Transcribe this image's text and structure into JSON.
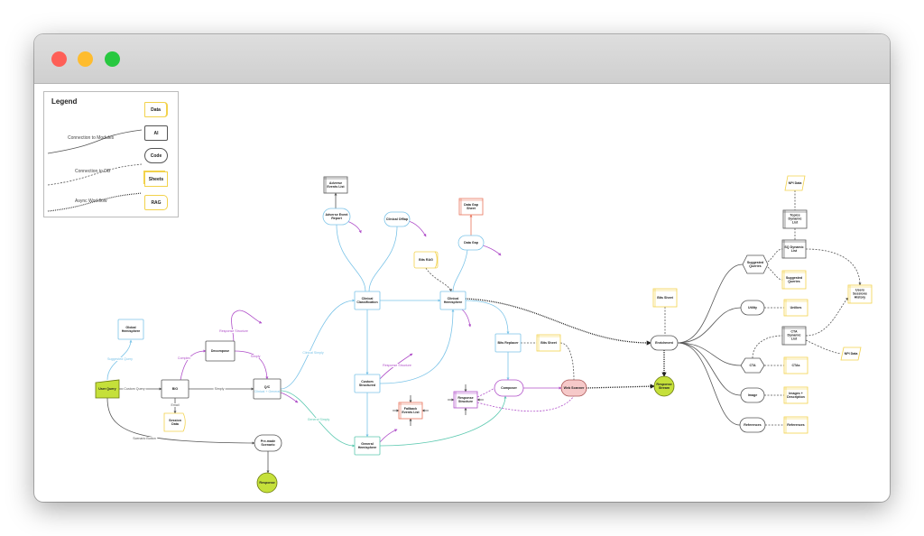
{
  "window": {
    "controls": [
      "close",
      "minimize",
      "zoom"
    ],
    "colors": {
      "close": "#fe5f57",
      "minimize": "#febc2e",
      "zoom": "#28c840"
    }
  },
  "legend": {
    "title": "Legend",
    "lines": [
      "Connection to Modules",
      "Connection to DB",
      "Async Workflow"
    ],
    "items": [
      "Data",
      "AI",
      "Code",
      "Sheets",
      "RAG"
    ]
  },
  "colors": {
    "clinical": "#7cc4e8",
    "general": "#5cc9b0",
    "response": "#b04fc9",
    "data": "#f2d24c",
    "sheet_alert": "#e8735a",
    "terminal": "#c5e03a",
    "neutral": "#555555"
  },
  "nodes": {
    "global_hemisphere": {
      "label": "Global\nHemisphere"
    },
    "user_query": {
      "label": "User Query"
    },
    "bio": {
      "label": "BIO"
    },
    "session_data": {
      "label": "Session\nData"
    },
    "decompose": {
      "label": "Decompose"
    },
    "qc": {
      "label": "Q/C"
    },
    "qc_sub": {
      "label": "Clinical + General"
    },
    "premade_scenario": {
      "label": "Pre-made\nScenario"
    },
    "response": {
      "label": "Response"
    },
    "adverse_events_list": {
      "label": "Adverse\nEvents List"
    },
    "adverse_event_report": {
      "label": "Adverse Event\nReport"
    },
    "clinical_offlap": {
      "label": "Clinical Offlap"
    },
    "clinical_classification": {
      "label": "Clinical\nClassification"
    },
    "clinical_hemisphere": {
      "label": "Clinical\nHemisphere"
    },
    "data_gap_sheet": {
      "label": "Data Gap\nSheet"
    },
    "data_gap": {
      "label": "Data Gap"
    },
    "bits_rag": {
      "label": "Bits RAG"
    },
    "custom_structured": {
      "label": "Custom\nStructured"
    },
    "general_hemisphere": {
      "label": "General\nHemisphere"
    },
    "fallback_events_list": {
      "label": "Fallback\nEvents List"
    },
    "response_structure": {
      "label": "Response\nStructure"
    },
    "bits_replacer": {
      "label": "Bits Replacer"
    },
    "bits_sheet_1": {
      "label": "Bits Sheet"
    },
    "composer": {
      "label": "Composer"
    },
    "web_scanner": {
      "label": "Web Scanner"
    },
    "bits_sheet_2": {
      "label": "Bits Sheet"
    },
    "enrichment": {
      "label": "Enrichment"
    },
    "response_stream": {
      "label": "Response\nStream"
    },
    "suggested_queries_hex": {
      "label": "Suggested\nQueries"
    },
    "utility": {
      "label": "Utility"
    },
    "cta": {
      "label": "CTA"
    },
    "image": {
      "label": "Image"
    },
    "references_node": {
      "label": "References"
    },
    "npi_data_1": {
      "label": "NPI Data"
    },
    "topics_dynamic_list": {
      "label": "Topics\nDynamic\nList"
    },
    "sq_dynamic_list": {
      "label": "SQ Dynamic\nList"
    },
    "suggested_queries_data": {
      "label": "Suggested\nQueries"
    },
    "unlikes": {
      "label": "Unlikes"
    },
    "users_sessions_history": {
      "label": "Users\nSessions\nHistory"
    },
    "cta_dynamic_list": {
      "label": "CTA\nDynamic\nList"
    },
    "npi_data_2": {
      "label": "NPI Data"
    },
    "ctas": {
      "label": "CTAs"
    },
    "images_description": {
      "label": "Images +\nDescription"
    },
    "references_data": {
      "label": "References"
    }
  },
  "edge_labels": [
    "Suggested Query",
    "Custom Query",
    "Simply",
    "Email",
    "Complex",
    "Simply",
    "Response Structure",
    "Scenario Button",
    "Clinical Simply",
    "General Simply",
    "Response Structure"
  ]
}
